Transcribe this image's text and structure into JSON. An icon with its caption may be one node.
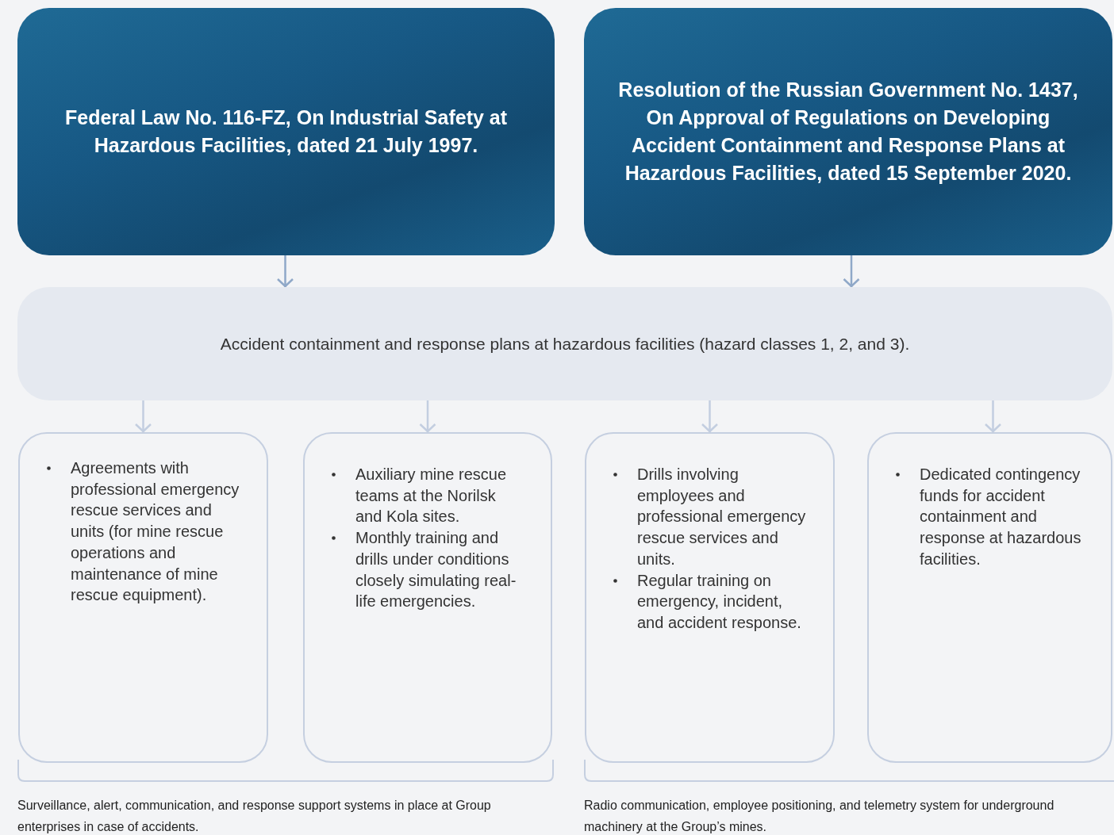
{
  "diagram": {
    "nodes": [
      {
        "text": [
          "Federal Law No. 116-FZ, On Industrial Safety at Hazardous Facilities, dated 21 July 1997."
        ]
      },
      {
        "text": [
          "Resolution of the Russian Government No. 1437, On Approval of Regulations on Developing Accident Containment and Response Plans at Hazardous Facilities, dated 15 September 2020."
        ]
      },
      {
        "text": [
          "Accident containment and response plans at hazardous facilities (hazard classes 1, 2, and 3)."
        ]
      },
      {
        "text": [
          "Agreements with professional emergency rescue services and units (for mine rescue operations and maintenance of mine rescue equipment)."
        ]
      },
      {
        "text": [
          "Auxiliary mine rescue teams at the Norilsk and Kola sites.",
          "Monthly training and drills under conditions closely simulating real-life emergencies."
        ]
      },
      {
        "text": [
          "Drills involving employees and professional emergency rescue services and units.",
          "Regular training on emergency, incident, and accident response."
        ]
      },
      {
        "text": [
          "Dedicated contingency funds for accident containment and response at hazardous facilities."
        ]
      }
    ],
    "edges": [
      {
        "from": 0,
        "to": 2,
        "arrow": "to",
        "color": "#8fa8c8"
      },
      {
        "from": 1,
        "to": 2,
        "arrow": "to",
        "color": "#8fa8c8"
      },
      {
        "from": 2,
        "to": 3,
        "arrow": "to"
      },
      {
        "from": 2,
        "to": 4,
        "arrow": "to"
      },
      {
        "from": 2,
        "to": 5,
        "arrow": "to"
      },
      {
        "from": 2,
        "to": 6,
        "arrow": "to"
      }
    ],
    "labels": [
      "Surveillance, alert, communication, and response support systems in place at Group enterprises in case of accidents.",
      "Radio communication, employee positioning, and telemetry system for underground machinery at the Group’s mines."
    ]
  }
}
